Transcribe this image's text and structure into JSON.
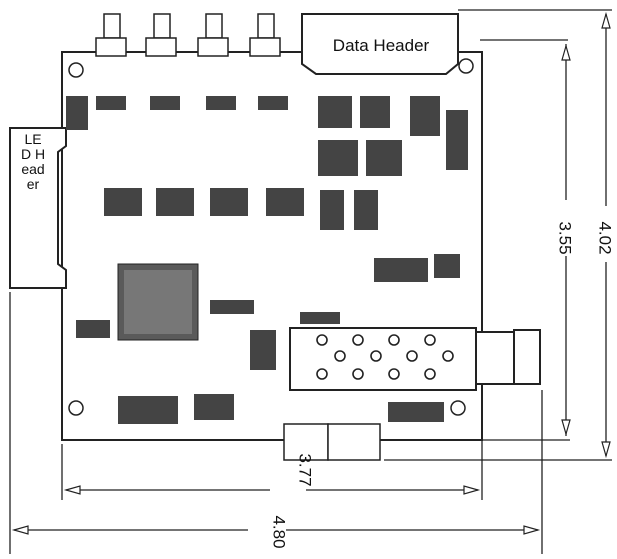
{
  "board": {
    "data_header_label": "Data Header",
    "led_header_label": "LED Header"
  },
  "dimensions": {
    "height_inner": "3.55",
    "height_outer": "4.02",
    "width_inner": "3.77",
    "width_outer": "4.80"
  },
  "colors": {
    "line": "#222222",
    "fill": "#ffffff",
    "component": "#3a3a3a"
  }
}
